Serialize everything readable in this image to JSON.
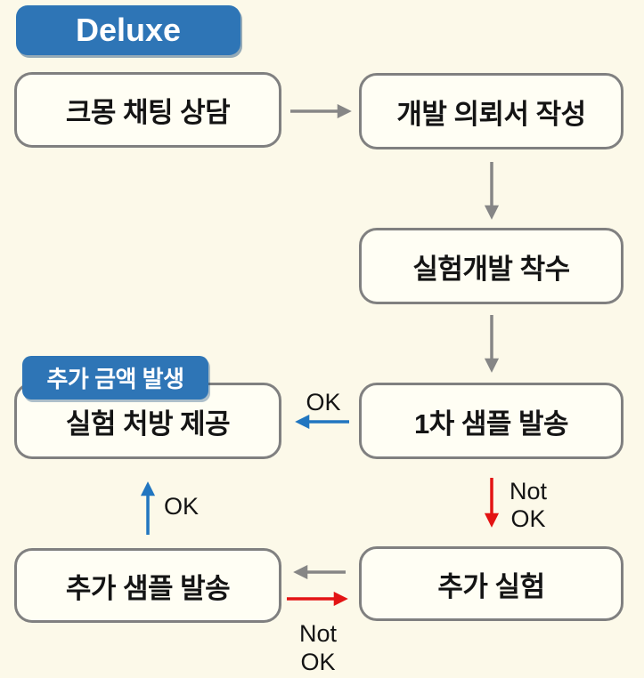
{
  "title_badge": {
    "label": "Deluxe"
  },
  "nodes": [
    {
      "id": "consult",
      "label": "크몽 채팅 상담"
    },
    {
      "id": "request",
      "label": "개발 의뢰서 작성"
    },
    {
      "id": "develop",
      "label": "실험개발 착수"
    },
    {
      "id": "sample1",
      "label": "1차 샘플 발송"
    },
    {
      "id": "recipe",
      "label": "실험 처방 제공",
      "tag": "추가 금액 발생"
    },
    {
      "id": "extra_sample",
      "label": "추가 샘플 발송"
    },
    {
      "id": "extra_exp",
      "label": "추가 실험"
    }
  ],
  "edge_labels": {
    "ok_left": "OK",
    "not_ok_down": {
      "line1": "Not",
      "line2": "OK"
    },
    "ok_up": "OK",
    "not_ok_right": {
      "line1": "Not",
      "line2": "OK"
    }
  },
  "palette": {
    "background": "#FCF9E9",
    "box_fill": "#FFFEF4",
    "box_border": "#808080",
    "badge_blue": "#2E75B6",
    "badge_text": "#FFFFFF",
    "arrow_gray": "#868686",
    "arrow_blue": "#2176C0",
    "arrow_red": "#E31414",
    "text": "#141414"
  }
}
